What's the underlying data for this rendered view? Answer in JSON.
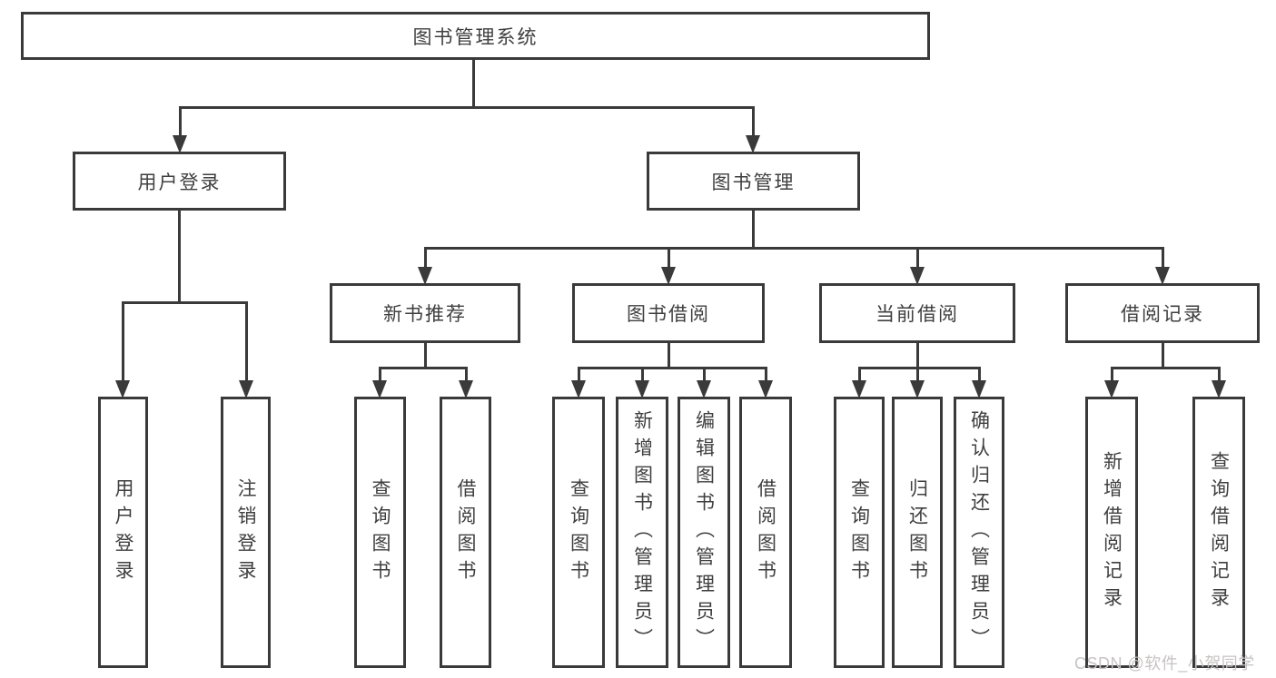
{
  "diagram": {
    "root": {
      "label": "图书管理系统"
    },
    "branches": [
      {
        "label": "用户登录",
        "children": [
          "用户登录",
          "注销登录"
        ]
      },
      {
        "label": "图书管理",
        "children": [
          {
            "label": "新书推荐",
            "children": [
              "查询图书",
              "借阅图书"
            ]
          },
          {
            "label": "图书借阅",
            "children": [
              "查询图书",
              "新增图书（管理员）",
              "编辑图书（管理员）",
              "借阅图书"
            ]
          },
          {
            "label": "当前借阅",
            "children": [
              "查询图书",
              "归还图书",
              "确认归还（管理员）"
            ]
          },
          {
            "label": "借阅记录",
            "children": [
              "新增借阅记录",
              "查询借阅记录"
            ]
          }
        ]
      }
    ]
  },
  "watermark": {
    "text": "CSDN @软件_小贺同学"
  },
  "colors": {
    "line": "#3a3a3a",
    "text": "#3f3f3f",
    "box_background": "#ffffff",
    "watermark": "#c7c3c3",
    "background": "#ffffff"
  }
}
